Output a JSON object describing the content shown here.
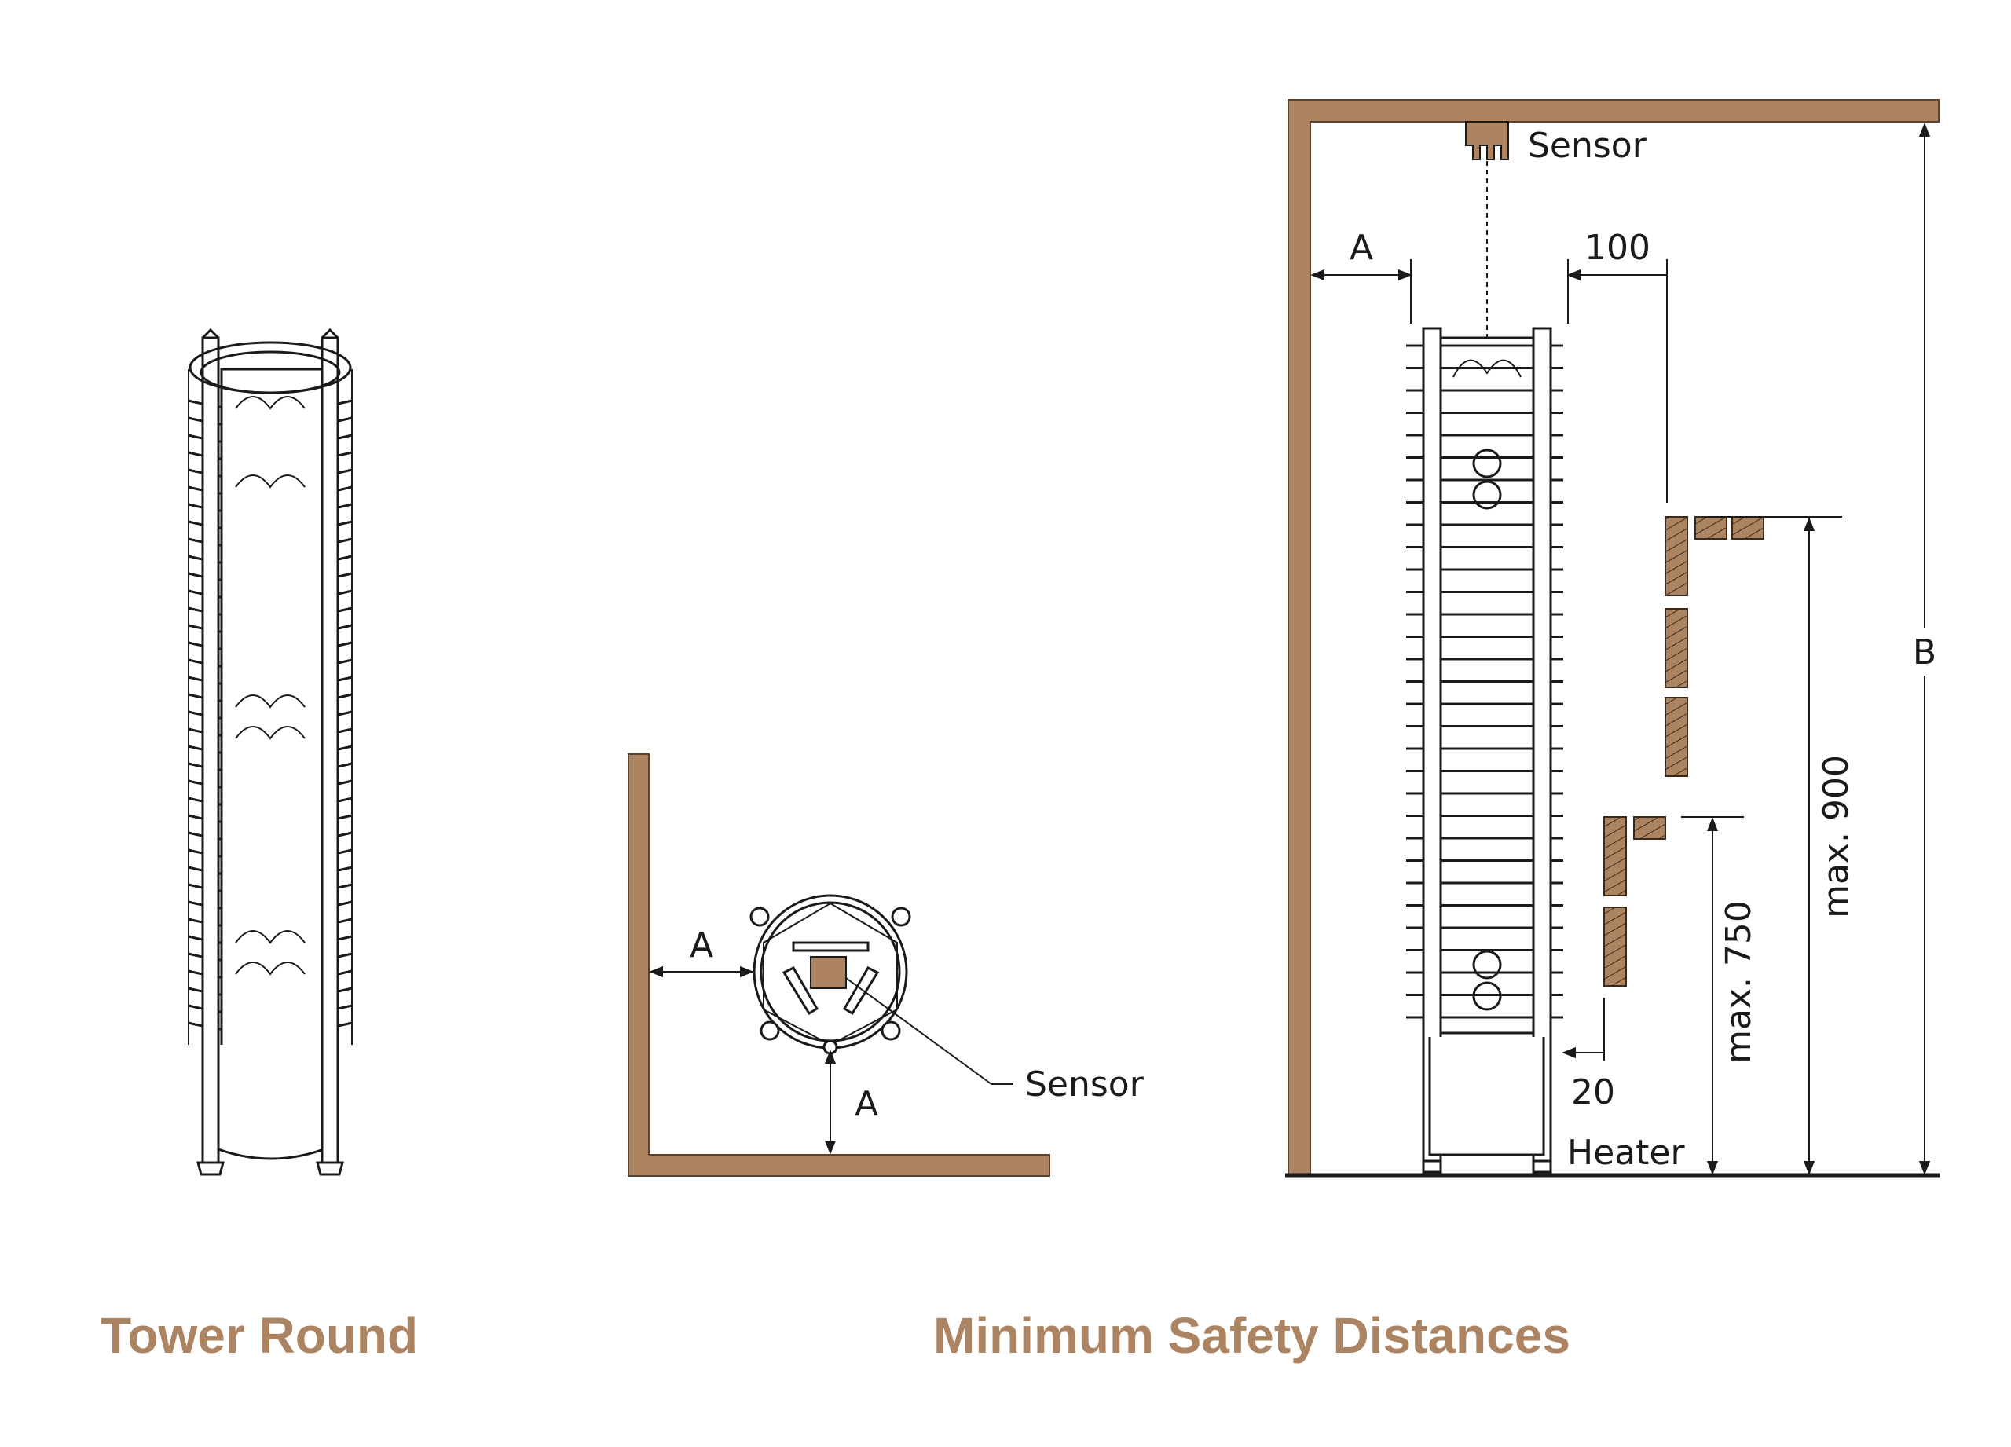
{
  "colors": {
    "wood": "#ad8462",
    "line": "#1a1a1a",
    "caption": "#ad8462"
  },
  "captions": {
    "left": "Tower Round",
    "right": "Minimum Safety Distances"
  },
  "top_view": {
    "dim_label_side": "A",
    "dim_label_bottom": "A",
    "sensor_label": "Sensor"
  },
  "side_view": {
    "sensor_label": "Sensor",
    "dim_a": "A",
    "dim_100": "100",
    "dim_b": "B",
    "dim_max900": "max. 900",
    "dim_max750": "max. 750",
    "dim_20": "20",
    "heater_label": "Heater"
  }
}
